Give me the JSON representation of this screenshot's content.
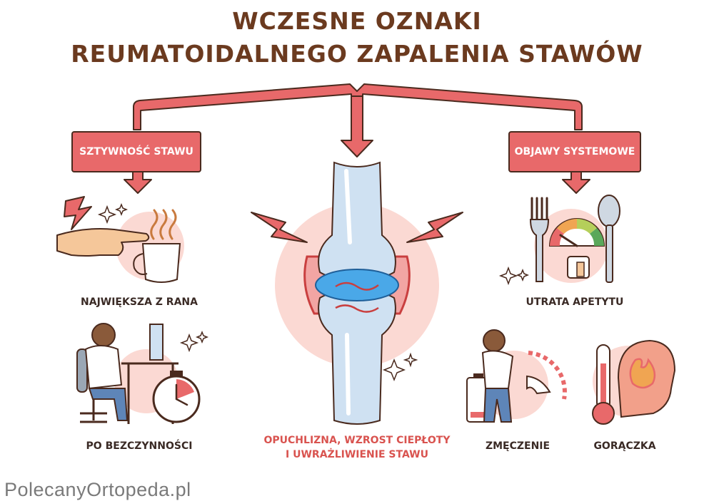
{
  "title": {
    "line1": "WCZESNE OZNAKI",
    "line2": "REUMATOIDALNEGO ZAPALENIA STAWÓW"
  },
  "categories": {
    "left": "SZTYWNOŚĆ STAWU",
    "right": "OBJAWY SYSTEMOWE"
  },
  "captions": {
    "morning": "NAJWIĘKSZA Z RANA",
    "inactivity": "PO BEZCZYNNOŚCI",
    "swelling_line1": "OPUCHLIZNA, WZROST CIEPŁOTY",
    "swelling_line2": "I UWRAŻLIWIENIE STAWU",
    "appetite": "UTRATA APETYTU",
    "fatigue": "ZMĘCZENIE",
    "fever": "GORĄCZKA"
  },
  "logo": "PolecanyOrtopeda.pl",
  "colors": {
    "accent": "#e8696a",
    "title": "#6b3a1f",
    "outline": "#4a2a1e",
    "pink_circle": "#fbd9d3",
    "bone": "#cfe1f2",
    "cartilage": "#4aa8e8"
  }
}
